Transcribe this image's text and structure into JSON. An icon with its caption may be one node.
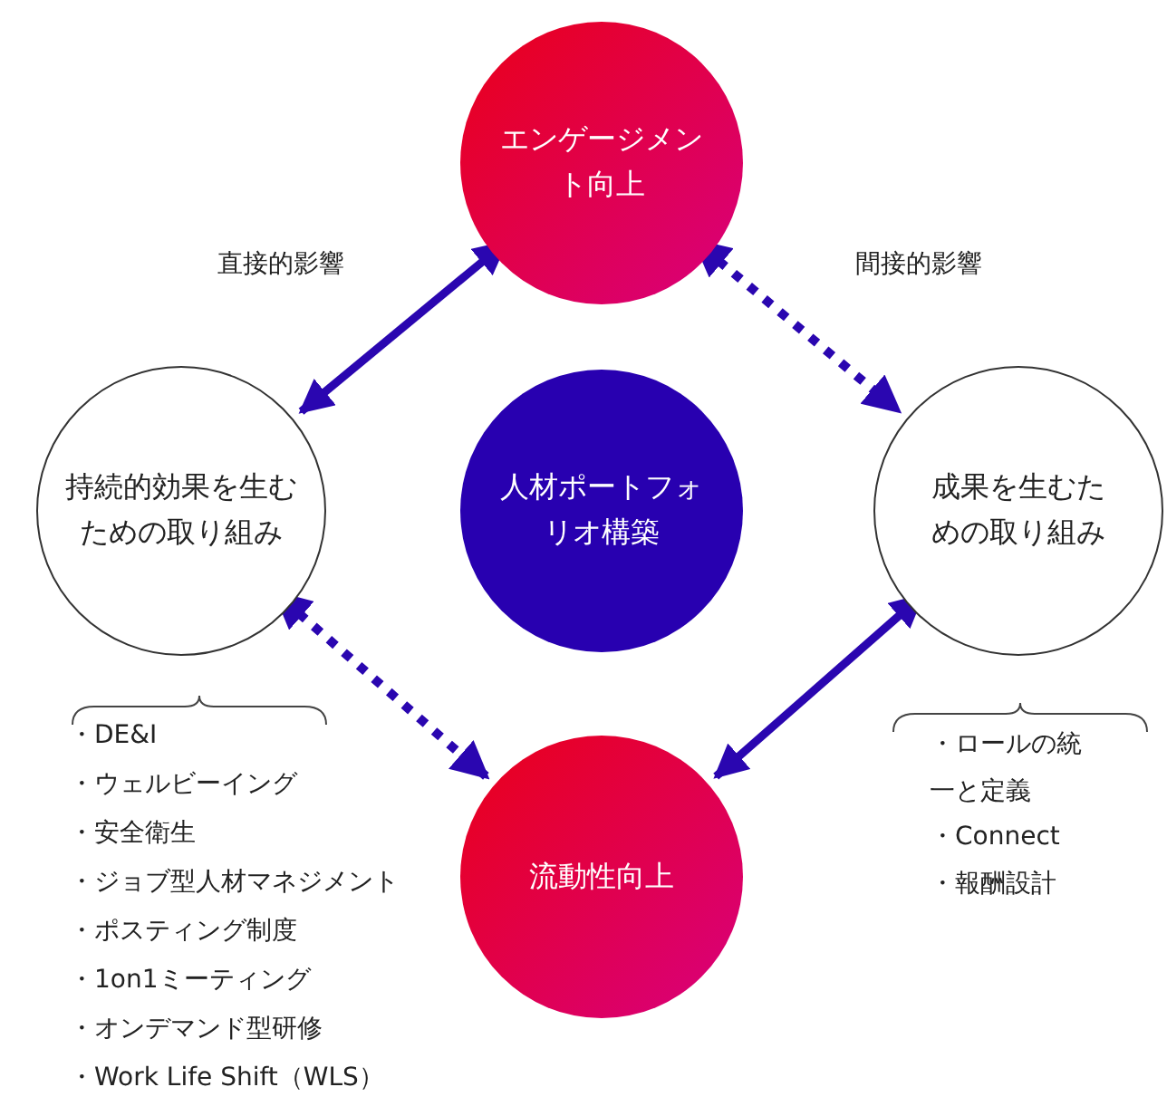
{
  "diagram": {
    "nodes": [
      {
        "text": [
          "エンゲージメント向上"
        ]
      },
      {
        "text": [
          "持続的効果を生むための取り組み"
        ]
      },
      {
        "text": [
          "人材ポートフォリオ構築"
        ]
      },
      {
        "text": [
          "成果を生むための取り組み"
        ]
      },
      {
        "text": [
          "流動性向上"
        ]
      }
    ],
    "edges": [
      {
        "from": 0,
        "to": 1,
        "arrow": "both",
        "label": "直接的影響"
      },
      {
        "from": 0,
        "to": 3,
        "arrow": "both",
        "label": "間接的影響",
        "style": "dashed"
      },
      {
        "from": 1,
        "to": 4,
        "arrow": "both",
        "style": "dashed"
      },
      {
        "from": 3,
        "to": 4,
        "arrow": "both"
      }
    ],
    "labels": [
      "・DE&I",
      "・ウェルビーイング",
      "・安全衛生",
      "・ジョブ型人材マネジメント",
      "・ポスティング制度",
      "・1on1ミーティング",
      "・オンデマンド型研修",
      "・Work Life Shift（WLS）",
      "・ロールの統一と定義",
      "・Connect",
      "・報酬設計"
    ]
  }
}
